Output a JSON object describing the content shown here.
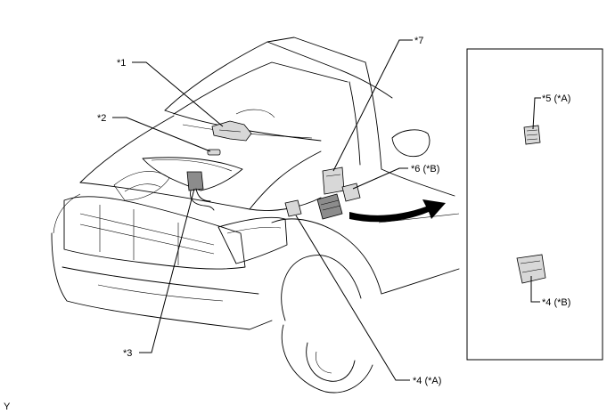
{
  "labels": {
    "c1": "*1",
    "c2": "*2",
    "c3": "*3",
    "c4a": "*4 (*A)",
    "c4b": "*4 (*B)",
    "c5a": "*5 (*A)",
    "c6b": "*6 (*B)",
    "c7": "*7"
  },
  "corner_code": "Y"
}
